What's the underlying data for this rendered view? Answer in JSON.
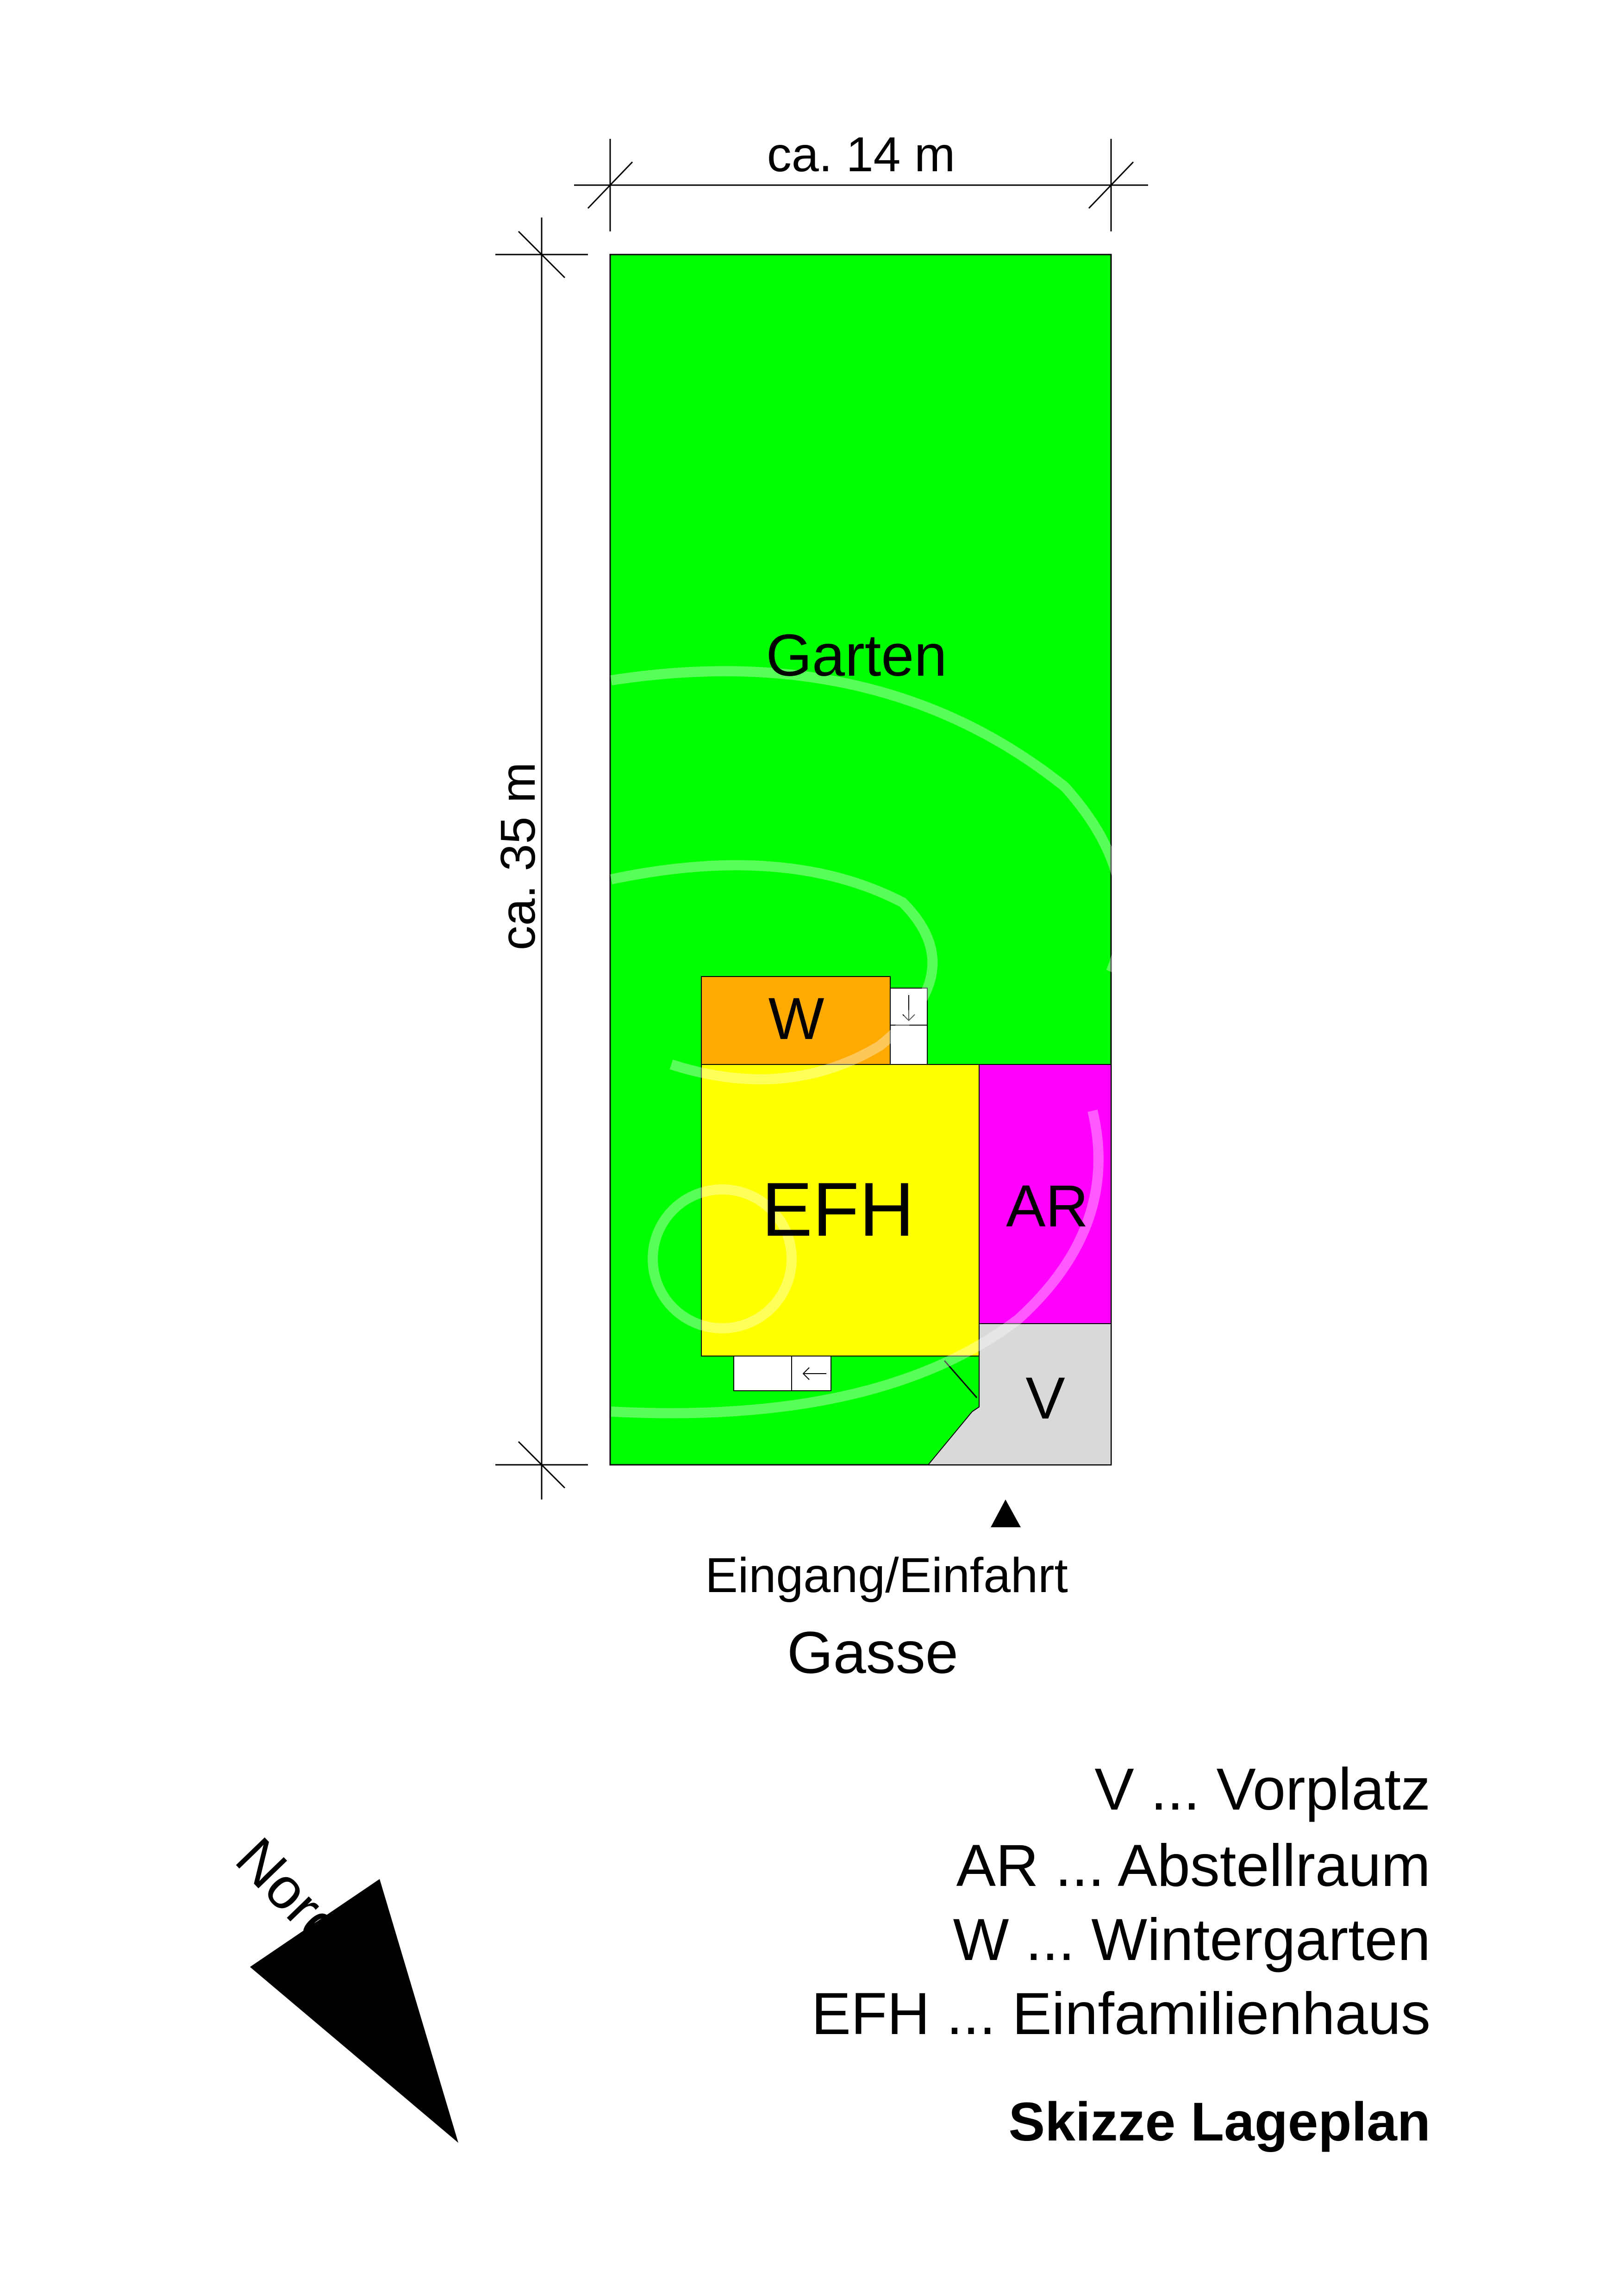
{
  "dimensions": {
    "width_label": "ca. 14 m",
    "height_label": "ca. 35 m"
  },
  "areas": {
    "garden": {
      "label": "Garten",
      "color": "#00ff00"
    },
    "winter_garden": {
      "label": "W",
      "color": "#ffaa00"
    },
    "house": {
      "label": "EFH",
      "color": "#ffff00"
    },
    "storage": {
      "label": "AR",
      "color": "#ff00ff"
    },
    "forecourt": {
      "label": "V",
      "color": "#d9d9d9"
    }
  },
  "access": {
    "entrance_label": "Eingang/Einfahrt",
    "street_label": "Gasse"
  },
  "legend": {
    "items": [
      "V ... Vorplatz",
      "AR ... Abstellraum",
      "W ... Wintergarten",
      "EFH ... Einfamilienhaus"
    ],
    "title": "Skizze Lageplan"
  },
  "north": {
    "label": "Norden"
  }
}
